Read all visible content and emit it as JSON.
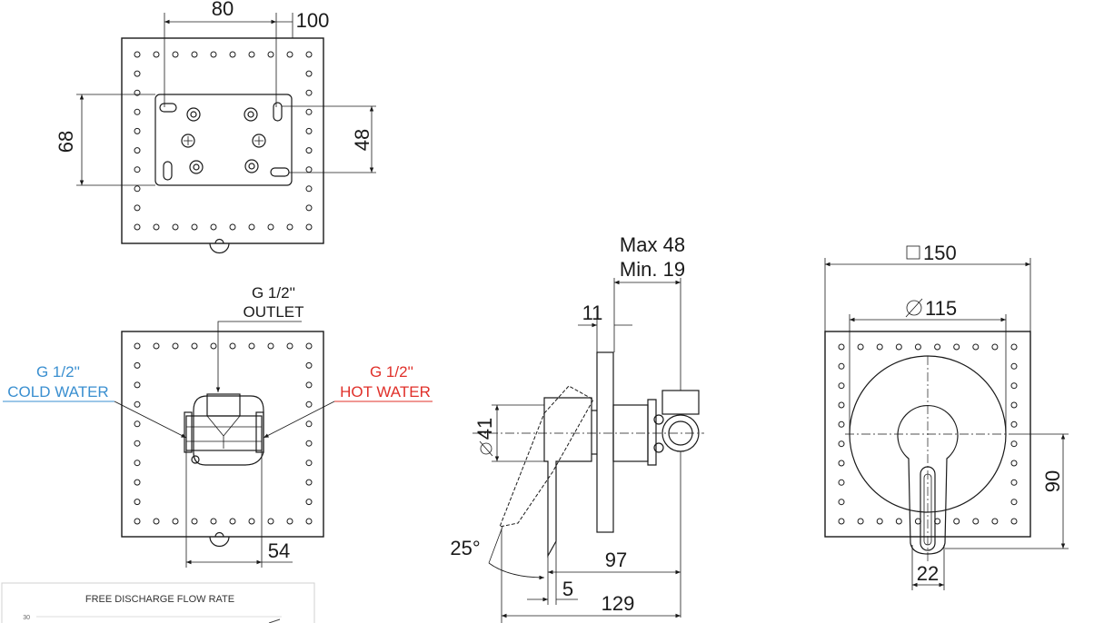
{
  "colors": {
    "line": "#1a1a1a",
    "cold": "#3a8fd0",
    "hot": "#e0302a",
    "chart_border": "#d0d0d0"
  },
  "top_view": {
    "dim_width_inner": "80",
    "dim_width_outer": "100",
    "dim_height_left": "68",
    "dim_height_right": "48"
  },
  "front_view": {
    "outlet_size": "G 1/2''",
    "outlet_label": "OUTLET",
    "cold_size": "G 1/2''",
    "cold_label": "COLD WATER",
    "hot_size": "G 1/2''",
    "hot_label": "HOT WATER",
    "dim_bottom": "54"
  },
  "side_view": {
    "dim_max": "Max 48",
    "dim_min": "Min. 19",
    "dim_11": "11",
    "dim_diameter": "41",
    "dim_angle": "25°",
    "dim_97": "97",
    "dim_5": "5",
    "dim_129": "129"
  },
  "plate_view": {
    "dim_square": "150",
    "dim_circle": "115",
    "dim_90": "90",
    "dim_22": "22"
  },
  "flow_chart": {
    "title": "FREE DISCHARGE FLOW RATE",
    "y_tick": "30"
  }
}
